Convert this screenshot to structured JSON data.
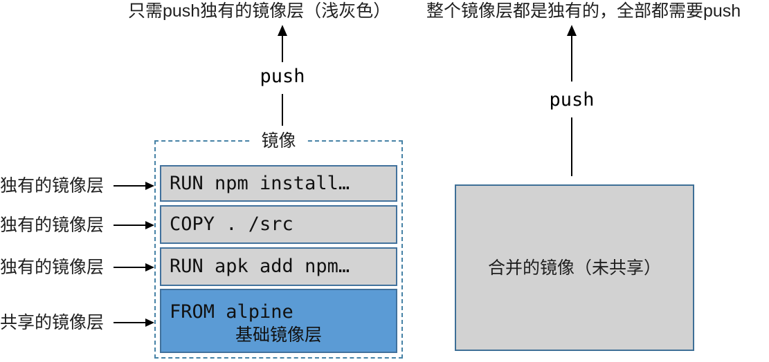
{
  "captions": {
    "left": "只需push独有的镜像层（浅灰色）",
    "right": "整个镜像层都是独有的，全部都需要push"
  },
  "left_diagram": {
    "push_label": "push",
    "box_title": "镜像",
    "layers": [
      {
        "code": "RUN npm install…",
        "type": "unique"
      },
      {
        "code": "COPY . /src",
        "type": "unique"
      },
      {
        "code": "RUN apk add npm…",
        "type": "unique"
      },
      {
        "code": "FROM alpine",
        "sublabel": "基础镜像层",
        "type": "shared"
      }
    ],
    "side_labels": [
      "独有的镜像层",
      "独有的镜像层",
      "独有的镜像层",
      "共享的镜像层"
    ]
  },
  "right_diagram": {
    "push_label": "push",
    "box_label": "合并的镜像（未共享）"
  },
  "colors": {
    "unique_layer_fill": "#d3d3d3",
    "shared_layer_fill": "#5b9bd5",
    "layer_border": "#41719c",
    "dashed_border": "#4581a5",
    "merged_box_fill": "#d2d2d2",
    "merged_box_border": "#3d6f96",
    "arrow_color": "#000000"
  }
}
